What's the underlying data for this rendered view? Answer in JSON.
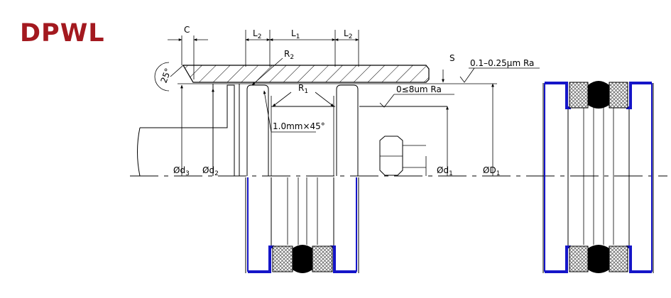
{
  "title": "DPWL",
  "colors": {
    "title": "#A3191F",
    "seal_ring": "#1515C8",
    "rubber": "#000000",
    "mesh": "#9a9a9a",
    "line": "#000000"
  },
  "labels": {
    "c": "C",
    "l2_left": "L",
    "l2_left_sub": "2",
    "l1": "L",
    "l1_sub": "1",
    "l2_right": "L",
    "l2_right_sub": "2",
    "r2": "R",
    "r2_sub": "2",
    "r1": "R",
    "r1_sub": "1",
    "angle": "25°",
    "chamfer": "1.0mm×45°",
    "s": "S",
    "roughness_top": "0.1–0.25μm  Ra",
    "roughness_groove": "0≤8um  Ra",
    "d3": "Ød",
    "d3_sub": "3",
    "d2": "Ød",
    "d2_sub": "2",
    "d1": "Ød",
    "d1_sub": "1",
    "D1": "ØD",
    "D1_sub": "1"
  }
}
